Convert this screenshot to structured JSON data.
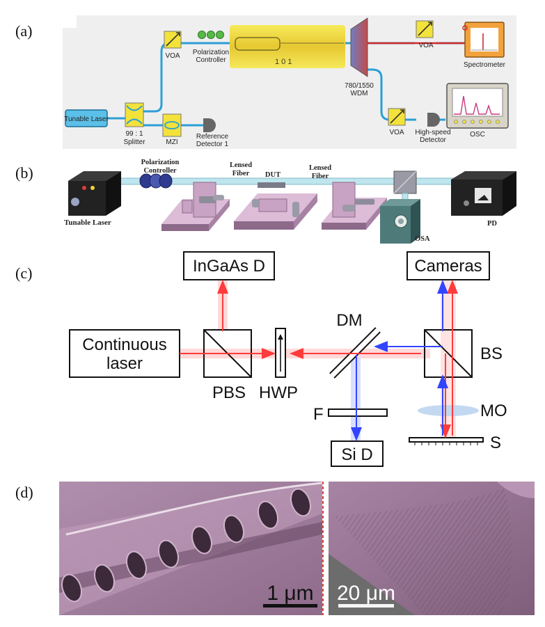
{
  "panels": {
    "a": {
      "label": "(a)",
      "components": {
        "tunable_laser": "Tunable Laser",
        "splitter_ratio": "99 : 1",
        "splitter": "Splitter",
        "mzi": "MZI",
        "reference_detector": "Reference",
        "reference_detector_2": "Detector 1",
        "voa_top": "VOA",
        "polarization_controller": "Polarization",
        "polarization_controller_2": "Controller",
        "wdm": "780/1550",
        "wdm_2": "WDM",
        "voa_right": "VOA",
        "spectrometer": "Spectrometer",
        "voa_bottom": "VOA",
        "highspeed_detector": "High-speed",
        "highspeed_detector_2": "Detector",
        "osc": "OSC",
        "chip_text": "1 0 1"
      },
      "colors": {
        "fiber": "#2b9fd6",
        "laser_box": "#5bbfe8",
        "yellow": "#f3e23a",
        "red": "#d62a2a"
      }
    },
    "b": {
      "label": "(b)",
      "components": {
        "polarization_controller": "Polarization",
        "polarization_controller_2": "Controller",
        "lensed_fiber_left": "Lensed",
        "lensed_fiber_left_2": "Fiber",
        "dut": "DUT",
        "lensed_fiber_right": "Lensed",
        "lensed_fiber_right_2": "Fiber",
        "tunable_laser": "Tunable Laser",
        "pd": "PD",
        "osa": "OSA"
      },
      "colors": {
        "stage": "#c9a3c4",
        "stage_dark": "#8d6a8a",
        "box": "#1e1e1e",
        "osa_box": "#4f7a7a"
      }
    },
    "c": {
      "label": "(c)",
      "components": {
        "ingaas": "InGaAs D",
        "cameras": "Cameras",
        "continuous_laser": "Continuous",
        "continuous_laser_2": "laser",
        "pbs": "PBS",
        "hwp": "HWP",
        "dm": "DM",
        "bs": "BS",
        "mo": "MO",
        "f": "F",
        "s": "S",
        "si_d": "Si D"
      },
      "colors": {
        "red": "#ff3b3b",
        "blue": "#3344ff"
      }
    },
    "d": {
      "label": "(d)",
      "scalebar_left": "1 μm",
      "scalebar_right": "20 μm",
      "colors": {
        "surface": "#a27f9e",
        "hole": "#3c2a3a"
      }
    }
  }
}
